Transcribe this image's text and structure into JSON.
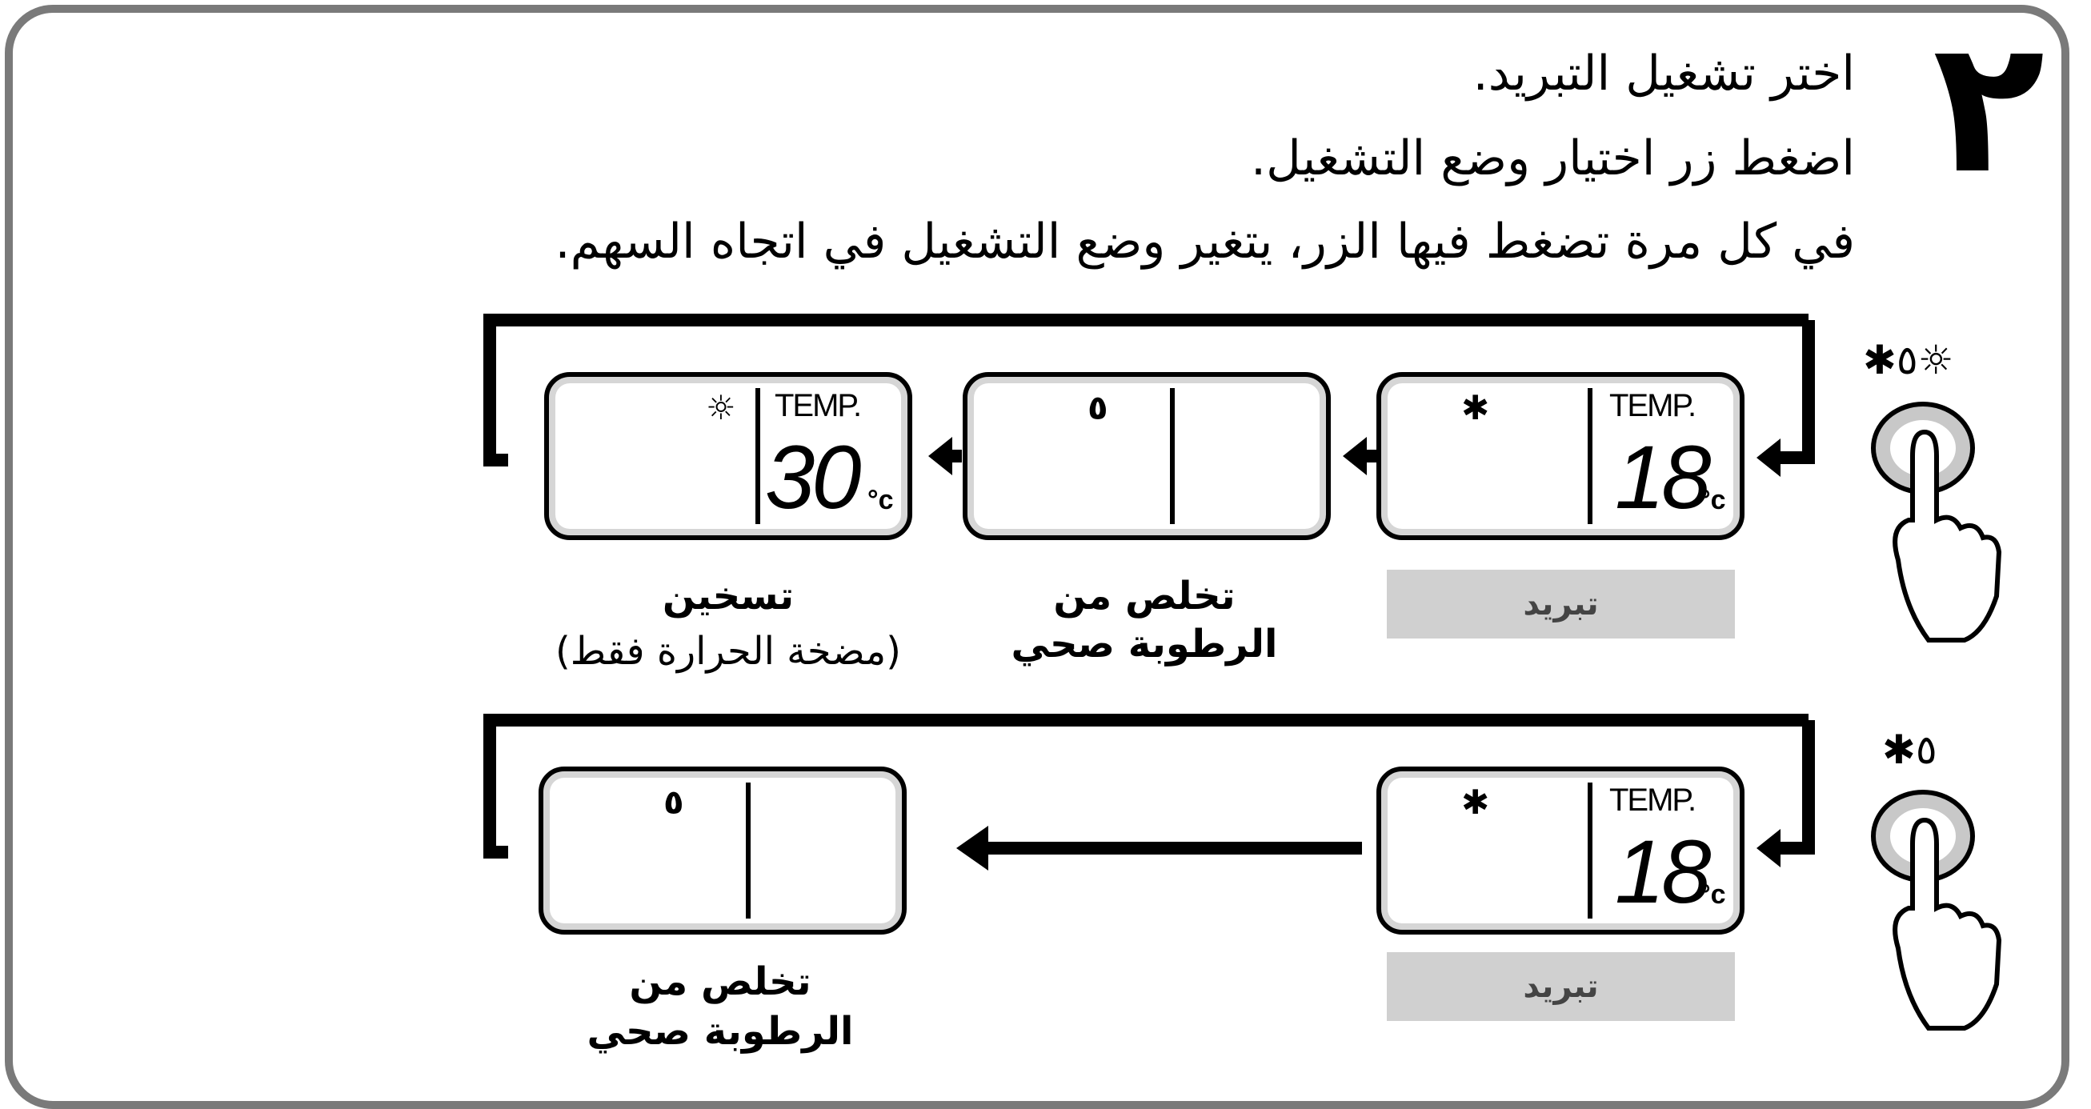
{
  "step": {
    "number": "٢"
  },
  "instructions": [
    "اختر تشغيل التبريد.",
    "اضغط زر اختيار وضع التشغيل.",
    "في كل مرة تضغط فيها الزر، يتغير وضع التشغيل في اتجاه السهم."
  ],
  "cycle1": {
    "symbols": "✱٥☼",
    "panels": {
      "cool": {
        "icon": "✱",
        "temp_label": "TEMP.",
        "value": "18",
        "unit": "°c",
        "bars": 11
      },
      "dry": {
        "icon": "٥",
        "bars": 5
      },
      "heat": {
        "icon": "☼",
        "temp_label": "TEMP.",
        "value": "30",
        "unit": "°c",
        "bars": 11
      }
    },
    "labels": {
      "cool": "تبريد",
      "dry_1": "تخلص من",
      "dry_2": "الرطوبة صحي",
      "heat_1": "تسخين",
      "heat_2": "(مضخة الحرارة فقط)"
    }
  },
  "cycle2": {
    "symbols": "✱٥",
    "panels": {
      "cool": {
        "icon": "✱",
        "temp_label": "TEMP.",
        "value": "18",
        "unit": "°c",
        "bars": 11
      },
      "dry": {
        "icon": "٥",
        "bars": 5
      }
    },
    "labels": {
      "cool": "تبريد",
      "dry_1": "تخلص من",
      "dry_2": "الرطوبة صحي"
    }
  }
}
